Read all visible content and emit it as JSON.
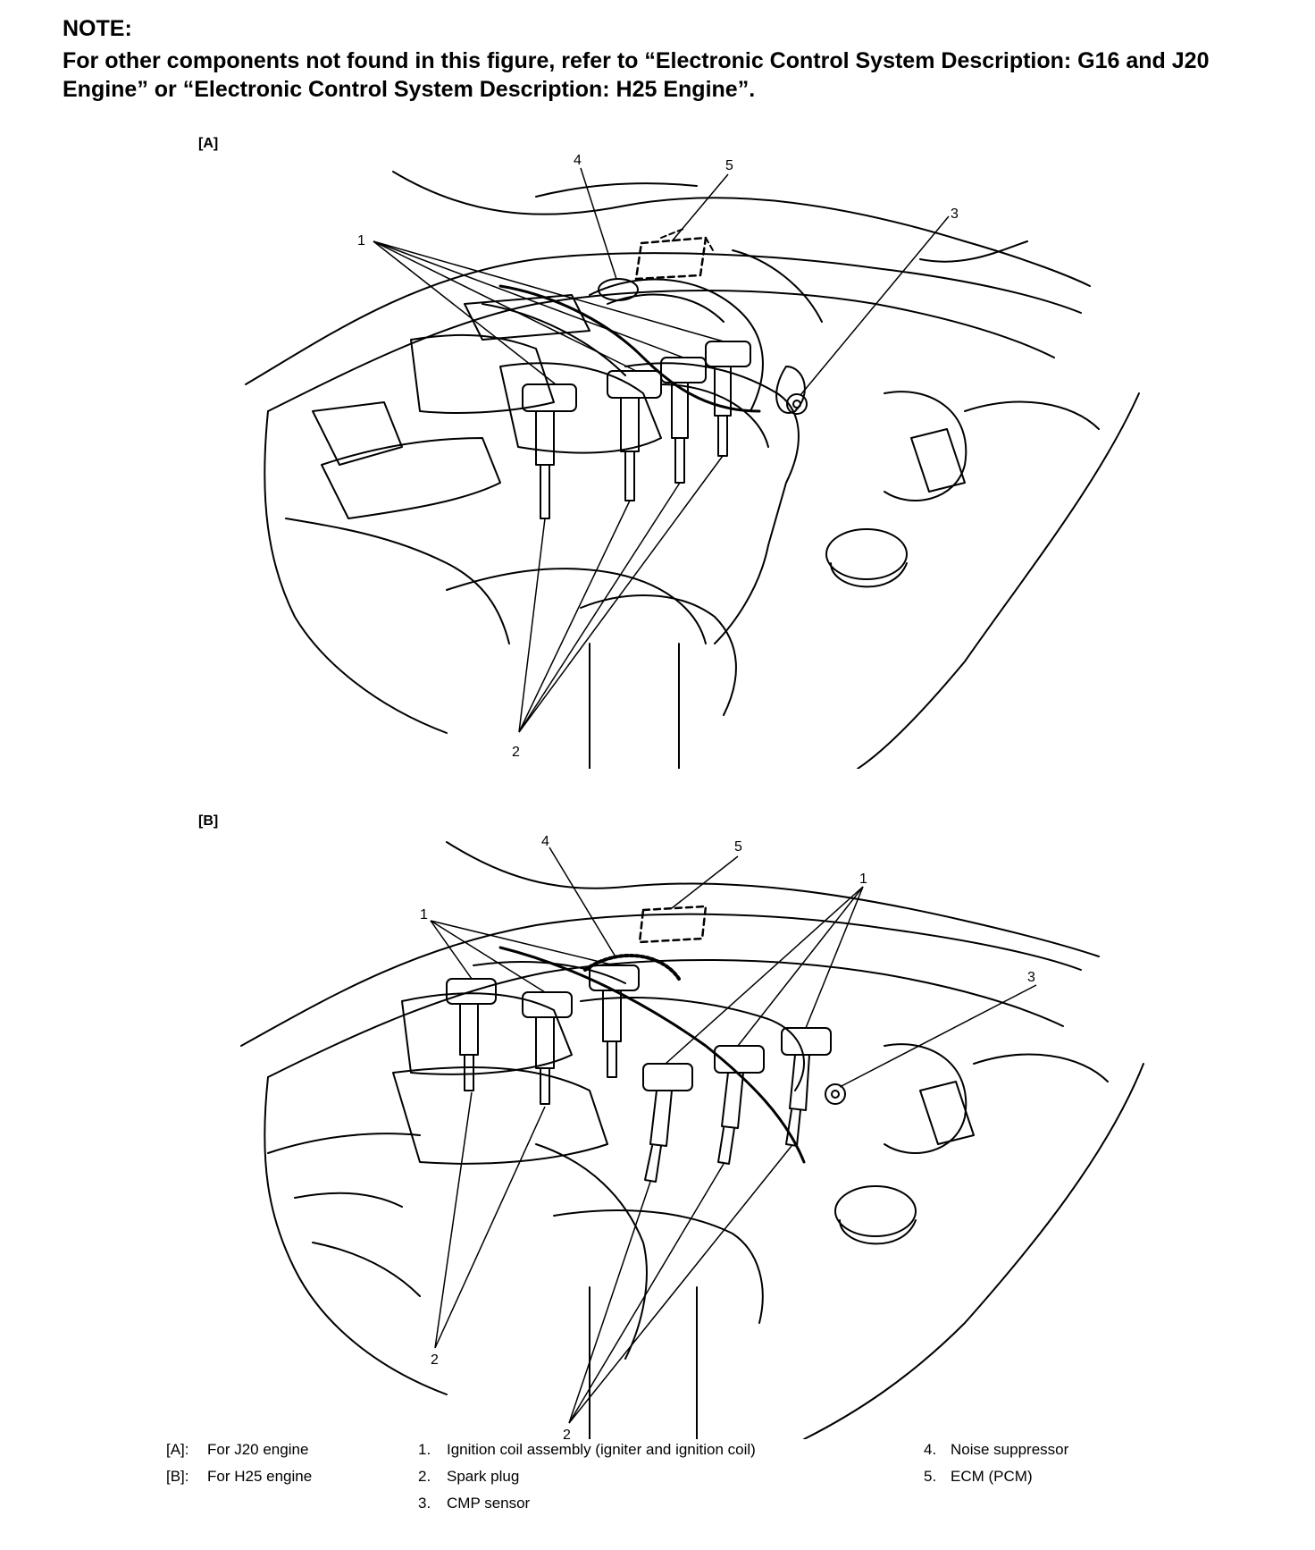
{
  "note": {
    "heading": "NOTE:",
    "text": "For other components not found in this figure, refer to “Electronic Control System Description: G16 and J20 Engine” or “Electronic Control System Description: H25 Engine”."
  },
  "figure_a": {
    "label": "[A]",
    "callouts": {
      "c1": "1",
      "c2": "2",
      "c3": "3",
      "c4": "4",
      "c5": "5"
    }
  },
  "figure_b": {
    "label": "[B]",
    "callouts": {
      "c1a": "1",
      "c1b": "1",
      "c2a": "2",
      "c2b": "2",
      "c3": "3",
      "c4": "4",
      "c5": "5"
    }
  },
  "legend": {
    "variants": [
      {
        "key": "[A]:",
        "text": "For J20 engine"
      },
      {
        "key": "[B]:",
        "text": "For H25 engine"
      }
    ],
    "parts": [
      {
        "num": "1.",
        "text": "Ignition coil assembly (igniter and ignition coil)"
      },
      {
        "num": "2.",
        "text": "Spark plug"
      },
      {
        "num": "3.",
        "text": "CMP sensor"
      },
      {
        "num": "4.",
        "text": "Noise suppressor"
      },
      {
        "num": "5.",
        "text": "ECM (PCM)"
      }
    ]
  }
}
